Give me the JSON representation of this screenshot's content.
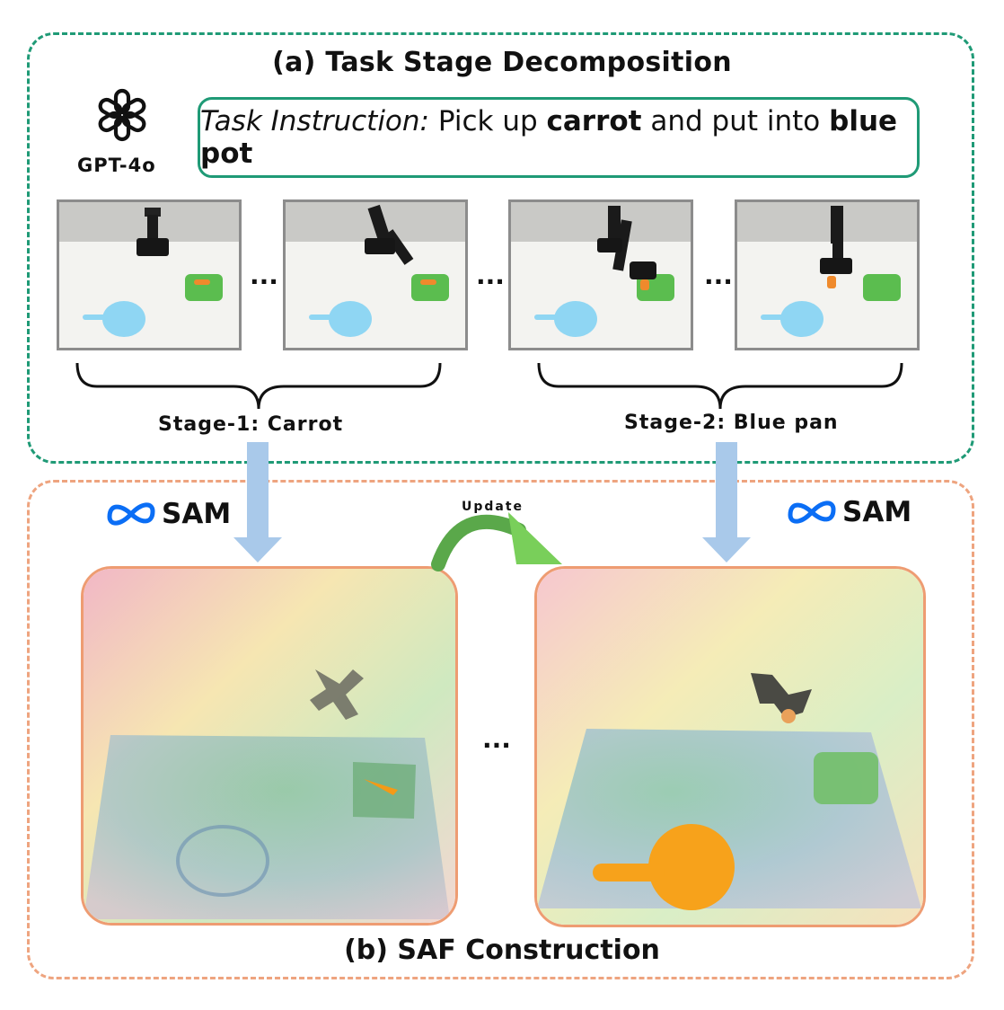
{
  "panel_a": {
    "title": "(a) Task Stage Decomposition",
    "model_label": "GPT-4o",
    "instruction": {
      "prefix": "Task Instruction:",
      "text_1": " Pick up ",
      "object_1": "carrot",
      "text_2": " and put into ",
      "object_2": "blue pot"
    },
    "ellipsis": [
      "...",
      "...",
      "..."
    ],
    "stages": [
      {
        "label": "Stage-1: Carrot"
      },
      {
        "label": "Stage-2: Blue pan"
      }
    ]
  },
  "panel_b": {
    "title": "(b) SAF Construction",
    "sam_label": "SAM",
    "update_label": "Update",
    "ellipsis": "..."
  },
  "colors": {
    "green_border": "#1f9a76",
    "orange_border": "#eea47f",
    "arrow_blue": "#a9c9ea",
    "update_green": "#5aa84a",
    "meta_blue": "#0b6ef5",
    "highlight_orange": "#f7a21b"
  },
  "icons": [
    "openai-logo-icon",
    "meta-logo-icon"
  ]
}
